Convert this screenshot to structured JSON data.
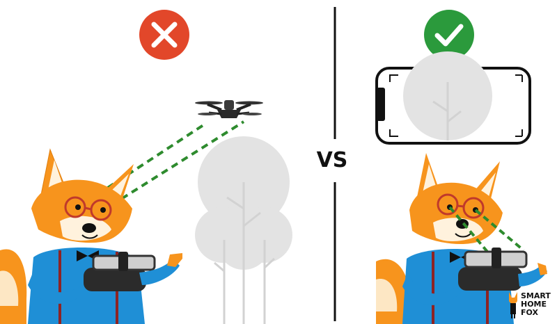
{
  "comparison": {
    "left_verdict_icon": "cross-icon",
    "right_verdict_icon": "check-icon",
    "vs_label": "VS"
  },
  "brand": {
    "line1": "SMART",
    "line2": "HOME",
    "line3": "FOX",
    "logo_icon": "fox-logo-icon"
  },
  "colors": {
    "wrong": "#e2472a",
    "right": "#2b9a3c",
    "fox_orange": "#f7941d",
    "shirt_blue": "#1f8fd6",
    "sight_line": "#2e8b2e",
    "tree_gray": "#e3e3e3",
    "divider": "#111111"
  }
}
